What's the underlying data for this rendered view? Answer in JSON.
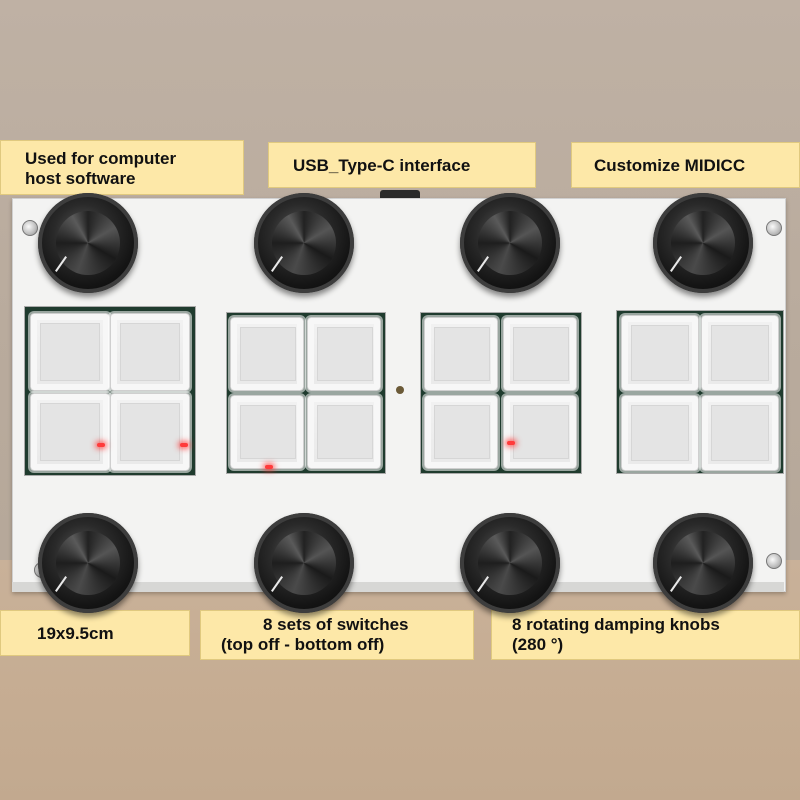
{
  "labels": {
    "top_left": [
      "Used for computer",
      "host software"
    ],
    "top_center": "USB_Type-C interface",
    "top_right": "Customize MIDICC",
    "bottom_left": "19x9.5cm",
    "bottom_center": [
      "8 sets of switches",
      "(top off - bottom off)"
    ],
    "bottom_right": [
      "8 rotating damping knobs",
      "(280 °)"
    ]
  },
  "device": {
    "knob_count": 8,
    "key_count": 16
  },
  "colors": {
    "label_bg": "#fde8a8",
    "board": "#f3f3f2",
    "knob": "#141414"
  }
}
